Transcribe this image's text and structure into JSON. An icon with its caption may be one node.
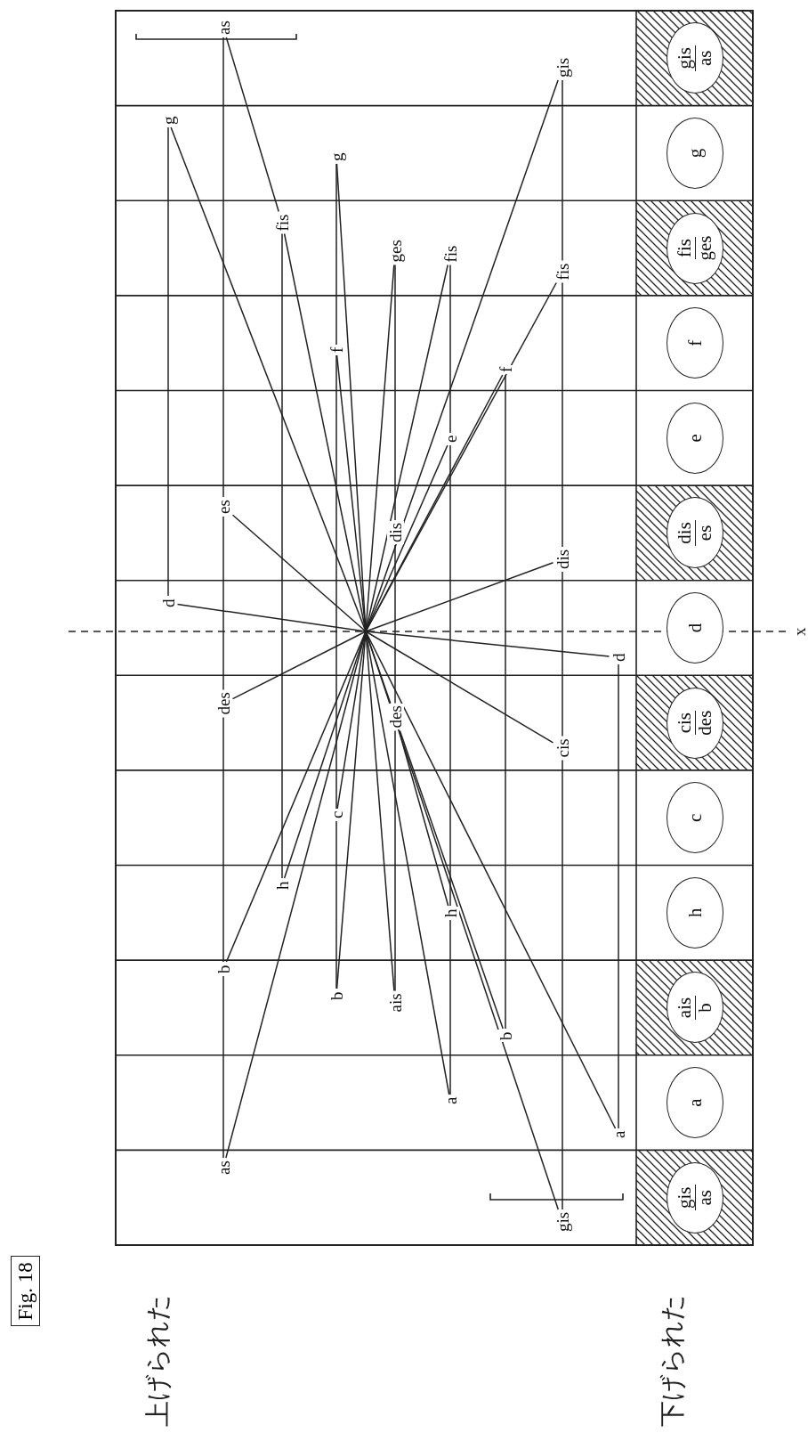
{
  "diagram": {
    "title": "Fig. 18",
    "nodes": [
      {
        "text": [
          "gis",
          "as"
        ]
      },
      {
        "text": [
          "a"
        ]
      },
      {
        "text": [
          "ais",
          "b"
        ]
      },
      {
        "text": [
          "h"
        ]
      },
      {
        "text": [
          "c"
        ]
      },
      {
        "text": [
          "cis",
          "des"
        ]
      },
      {
        "text": [
          "d"
        ]
      },
      {
        "text": [
          "dis",
          "es"
        ]
      },
      {
        "text": [
          "e"
        ]
      },
      {
        "text": [
          "f"
        ]
      },
      {
        "text": [
          "fis",
          "ges"
        ]
      },
      {
        "text": [
          "g"
        ]
      },
      {
        "text": [
          "gis",
          "as"
        ]
      },
      {
        "text": [
          "d"
        ]
      },
      {
        "text": [
          "g"
        ]
      },
      {
        "text": [
          "as"
        ]
      },
      {
        "text": [
          "b"
        ]
      },
      {
        "text": [
          "des"
        ]
      },
      {
        "text": [
          "es"
        ]
      },
      {
        "text": [
          "as"
        ]
      },
      {
        "text": [
          "h"
        ]
      },
      {
        "text": [
          "fis"
        ]
      },
      {
        "text": [
          "b"
        ]
      },
      {
        "text": [
          "c"
        ]
      },
      {
        "text": [
          "f"
        ]
      },
      {
        "text": [
          "g"
        ]
      },
      {
        "text": [
          "ais"
        ]
      },
      {
        "text": [
          "des"
        ]
      },
      {
        "text": [
          "dis"
        ]
      },
      {
        "text": [
          "ges"
        ]
      },
      {
        "text": [
          "a"
        ]
      },
      {
        "text": [
          "h"
        ]
      },
      {
        "text": [
          "e"
        ]
      },
      {
        "text": [
          "fis"
        ]
      },
      {
        "text": [
          "b"
        ]
      },
      {
        "text": [
          "f"
        ]
      },
      {
        "text": [
          "gis"
        ]
      },
      {
        "text": [
          "cis"
        ]
      },
      {
        "text": [
          "dis"
        ]
      },
      {
        "text": [
          "fis"
        ]
      },
      {
        "text": [
          "gis"
        ]
      },
      {
        "text": [
          "a"
        ]
      },
      {
        "text": [
          "d"
        ]
      }
    ],
    "edges": [
      {
        "from": 13,
        "to": 14,
        "arrow": "none"
      },
      {
        "from": 15,
        "to": 16,
        "arrow": "none"
      },
      {
        "from": 16,
        "to": 17,
        "arrow": "none"
      },
      {
        "from": 17,
        "to": 18,
        "arrow": "none"
      },
      {
        "from": 18,
        "to": 19,
        "arrow": "none"
      },
      {
        "from": 20,
        "to": 21,
        "arrow": "none"
      },
      {
        "from": 22,
        "to": 23,
        "arrow": "none"
      },
      {
        "from": 23,
        "to": 24,
        "arrow": "none"
      },
      {
        "from": 24,
        "to": 25,
        "arrow": "none"
      },
      {
        "from": 26,
        "to": 27,
        "arrow": "none"
      },
      {
        "from": 27,
        "to": 28,
        "arrow": "none"
      },
      {
        "from": 28,
        "to": 29,
        "arrow": "none"
      },
      {
        "from": 30,
        "to": 31,
        "arrow": "none"
      },
      {
        "from": 31,
        "to": 32,
        "arrow": "none"
      },
      {
        "from": 32,
        "to": 33,
        "arrow": "none"
      },
      {
        "from": 34,
        "to": 35,
        "arrow": "none"
      },
      {
        "from": 36,
        "to": 37,
        "arrow": "none"
      },
      {
        "from": 37,
        "to": 38,
        "arrow": "none"
      },
      {
        "from": 38,
        "to": 39,
        "arrow": "none"
      },
      {
        "from": 39,
        "to": 40,
        "arrow": "none"
      },
      {
        "from": 41,
        "to": 42,
        "arrow": "none"
      },
      {
        "from": null,
        "to": 13,
        "arrow": "none"
      },
      {
        "from": null,
        "to": 14,
        "arrow": "none"
      },
      {
        "from": null,
        "to": 15,
        "arrow": "none"
      },
      {
        "from": null,
        "to": 16,
        "arrow": "none"
      },
      {
        "from": null,
        "to": 17,
        "arrow": "none"
      },
      {
        "from": null,
        "to": 18,
        "arrow": "none"
      },
      {
        "from": null,
        "to": 20,
        "arrow": "none"
      },
      {
        "from": null,
        "to": 21,
        "arrow": "none"
      },
      {
        "from": 21,
        "to": 19,
        "arrow": "none"
      },
      {
        "from": null,
        "to": 22,
        "arrow": "none"
      },
      {
        "from": null,
        "to": 23,
        "arrow": "none"
      },
      {
        "from": null,
        "to": 24,
        "arrow": "none"
      },
      {
        "from": null,
        "to": 25,
        "arrow": "none"
      },
      {
        "from": null,
        "to": 26,
        "arrow": "none"
      },
      {
        "from": null,
        "to": 27,
        "arrow": "none"
      },
      {
        "from": null,
        "to": 29,
        "arrow": "none"
      },
      {
        "from": 27,
        "to": 31,
        "arrow": "none"
      },
      {
        "from": 27,
        "to": 34,
        "arrow": "none"
      },
      {
        "from": null,
        "to": 30,
        "arrow": "none"
      },
      {
        "from": null,
        "to": 32,
        "arrow": "none"
      },
      {
        "from": null,
        "to": 33,
        "arrow": "none"
      },
      {
        "from": null,
        "to": 35,
        "arrow": "none"
      },
      {
        "from": null,
        "to": 36,
        "arrow": "none"
      },
      {
        "from": null,
        "to": 37,
        "arrow": "none"
      },
      {
        "from": null,
        "to": 38,
        "arrow": "none"
      },
      {
        "from": null,
        "to": 39,
        "arrow": "none"
      },
      {
        "from": null,
        "to": 40,
        "arrow": "none"
      },
      {
        "from": null,
        "to": 41,
        "arrow": "none"
      },
      {
        "from": null,
        "to": 42,
        "arrow": "none"
      }
    ],
    "labels": [
      "上げられた",
      "下げられた",
      "x"
    ]
  }
}
